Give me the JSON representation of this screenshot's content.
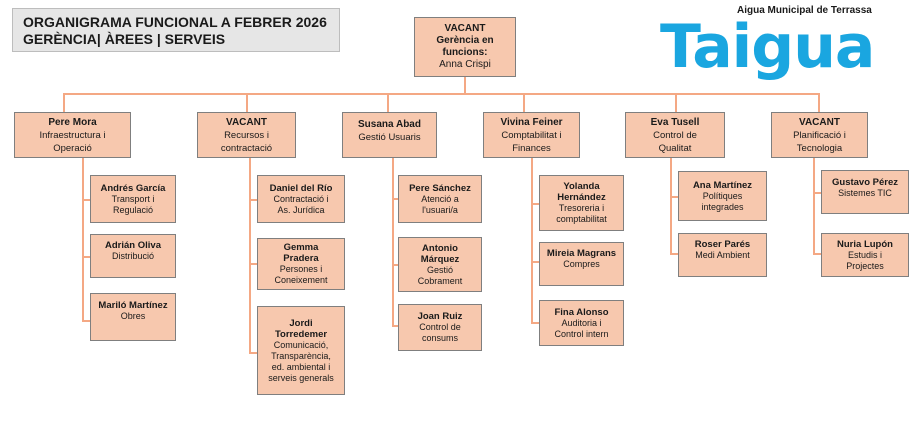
{
  "title": {
    "line1": "ORGANIGRAMA FUNCIONAL A FEBRER 2026",
    "line2": "GERÈNCIA| ÀREES | SERVEIS"
  },
  "logo": {
    "tagline": "Aigua Municipal de Terrassa",
    "wordmark": "Taigua",
    "color": "#1aa6e0"
  },
  "top": {
    "name": "VACANT",
    "role_line1": "Gerència en",
    "role_line2": "funcions:",
    "role_line3": "Anna Crispi"
  },
  "areas": [
    {
      "name": "Pere Mora",
      "role1": "Infraestructura i",
      "role2": "Operació",
      "services": [
        {
          "name": "Andrés García",
          "role1": "Transport i",
          "role2": "Regulació"
        },
        {
          "name": "Adrián Oliva",
          "role1": "Distribució",
          "role2": ""
        },
        {
          "name": "Mariló Martínez",
          "role1": "Obres",
          "role2": ""
        }
      ]
    },
    {
      "name": "VACANT",
      "role1": "Recursos i",
      "role2": "contractació",
      "services": [
        {
          "name": "Daniel del Río",
          "role1": "Contractació i",
          "role2": "As. Jurídica"
        },
        {
          "name": "Gemma",
          "name2": "Pradera",
          "role1": "Persones i",
          "role2": "Coneixement"
        },
        {
          "name": "Jordi",
          "name2": "Torredemer",
          "role1": "Comunicació,",
          "role2": "Transparència,",
          "role3": "ed. ambiental i",
          "role4": "serveis generals"
        }
      ]
    },
    {
      "name": "Susana Abad",
      "role1": "Gestió Usuaris",
      "role2": "",
      "services": [
        {
          "name": "Pere Sánchez",
          "role1": "Atenció a",
          "role2": "l'usuari/a"
        },
        {
          "name": "Antonio",
          "name2": "Márquez",
          "role1": "Gestió",
          "role2": "Cobrament"
        },
        {
          "name": "Joan Ruiz",
          "role1": "Control de",
          "role2": "consums"
        }
      ]
    },
    {
      "name": "Vivina Feiner",
      "role1": "Comptabilitat i",
      "role2": "Finances",
      "services": [
        {
          "name": "Yolanda",
          "name2": "Hernández",
          "role1": "Tresoreria i",
          "role2": "comptabilitat"
        },
        {
          "name": "Mireia Magrans",
          "role1": "Compres",
          "role2": ""
        },
        {
          "name": "Fina Alonso",
          "role1": "Auditoria i",
          "role2": "Control intern"
        }
      ]
    },
    {
      "name": "Eva Tusell",
      "role1": "Control de",
      "role2": "Qualitat",
      "services": [
        {
          "name": "Ana Martínez",
          "role1": "Polítiques",
          "role2": "integrades"
        },
        {
          "name": "Roser Parés",
          "role1": "Medi Ambient",
          "role2": ""
        }
      ]
    },
    {
      "name": "VACANT",
      "role1": "Planificació i",
      "role2": "Tecnologia",
      "services": [
        {
          "name": "Gustavo Pérez",
          "role1": "Sistemes TIC",
          "role2": ""
        },
        {
          "name": "Nuria Lupón",
          "role1": "Estudis i",
          "role2": "Projectes"
        }
      ]
    }
  ],
  "colors": {
    "box_fill": "#f7c8ae",
    "connector": "#f4a884",
    "title_bg": "#e6e6e6"
  }
}
